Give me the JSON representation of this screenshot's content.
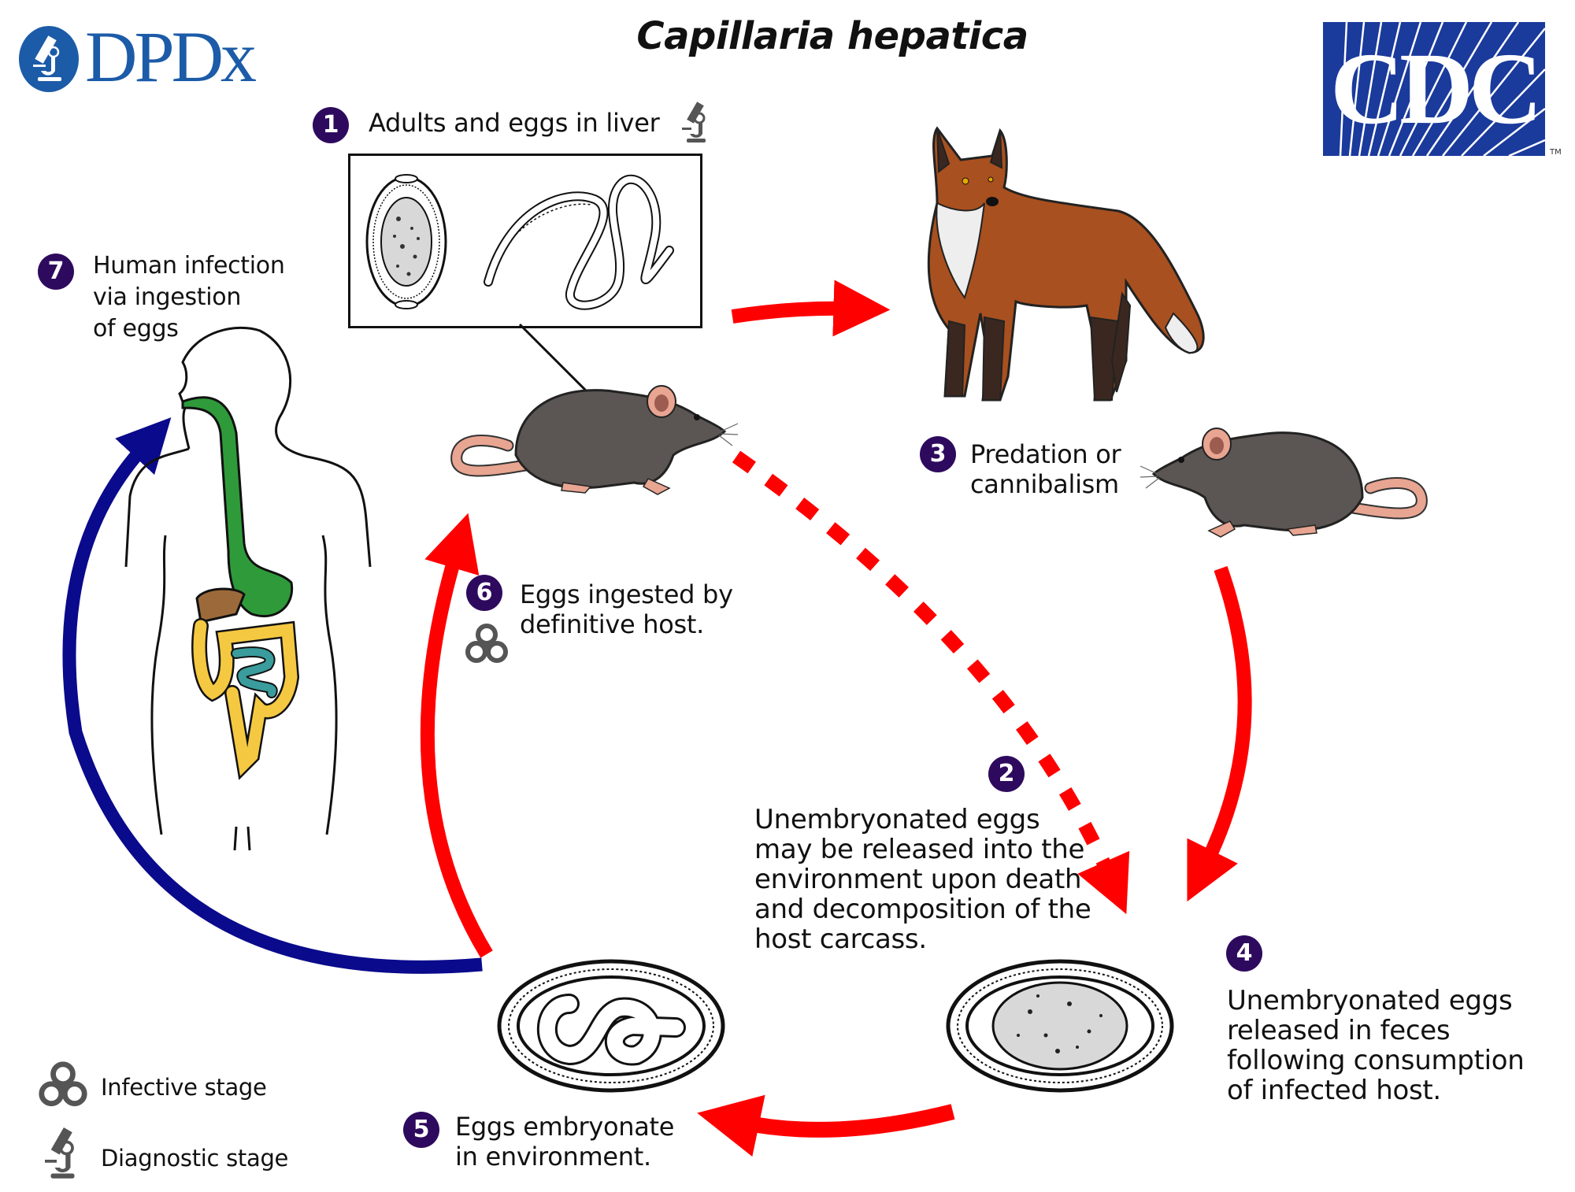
{
  "title": "Capillaria hepatica",
  "logos": {
    "dpdx": "DPDx",
    "cdc": "CDC",
    "cdc_trademark": "TM"
  },
  "colors": {
    "badge": "#2e0a5e",
    "red_arrow": "#ff0000",
    "blue_arrow": "#0a0a8c",
    "dpdx_blue": "#1c5ba8",
    "cdc_blue": "#1a3a9c",
    "rat_fur": "#5b5653",
    "fox_fur": "#a8501f",
    "digestive_green": "#2f9a3a",
    "intestine_yellow": "#f5c842",
    "small_intestine_teal": "#3a9c9c",
    "liver_brown": "#9c6a3a"
  },
  "steps": [
    {
      "number": "1",
      "text": "Adults and eggs in liver",
      "stage_icon": "microscope-icon"
    },
    {
      "number": "2",
      "text": "Unembryonated eggs\nmay be released into the\nenvironment upon death\nand decomposition of the\nhost carcass."
    },
    {
      "number": "3",
      "text": "Predation or\ncannibalism"
    },
    {
      "number": "4",
      "text": "Unembryonated eggs\nreleased in feces\nfollowing consumption\nof infected host."
    },
    {
      "number": "5",
      "text": "Eggs embryonate\nin environment."
    },
    {
      "number": "6",
      "text": "Eggs ingested by\ndefinitive host.",
      "stage_icon": "biohazard-icon"
    },
    {
      "number": "7",
      "text": "Human infection\nvia ingestion\nof eggs"
    }
  ],
  "legend": [
    {
      "icon": "biohazard-icon",
      "label": "Infective stage"
    },
    {
      "icon": "microscope-icon",
      "label": "Diagnostic stage"
    }
  ]
}
